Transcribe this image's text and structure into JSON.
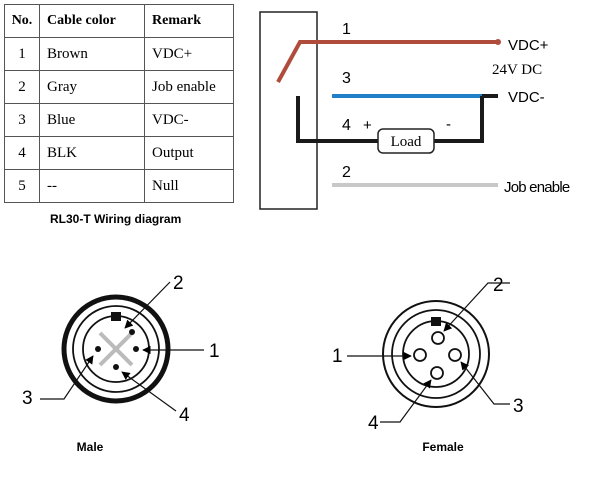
{
  "table": {
    "headers": [
      "No.",
      "Cable color",
      "Remark"
    ],
    "rows": [
      {
        "no": "1",
        "color": "Brown",
        "remark": "VDC+"
      },
      {
        "no": "2",
        "color": "Gray",
        "remark": "Job enable"
      },
      {
        "no": "3",
        "color": "Blue",
        "remark": "VDC-"
      },
      {
        "no": "4",
        "color": "BLK",
        "remark": "Output"
      },
      {
        "no": "5",
        "color": "--",
        "remark": "Null"
      }
    ]
  },
  "wiring": {
    "caption": "RL30-T Wiring diagram",
    "wire_labels": [
      "1",
      "3",
      "4",
      "2"
    ],
    "vdc_plus": "VDC+",
    "supply": "24V DC",
    "vdc_minus": "VDC-",
    "job_enable": "Job enable",
    "load": "Load",
    "plus": "+",
    "minus": "-",
    "colors": {
      "brown": "#b04c3c",
      "blue": "#1f7fc8",
      "black": "#1a1a1a",
      "gray": "#c8c8c8"
    }
  },
  "connectors": {
    "male": {
      "label": "Male",
      "pins": [
        "2",
        "1",
        "3",
        "4"
      ]
    },
    "female": {
      "label": "Female",
      "pins": [
        "2",
        "1",
        "3",
        "4"
      ]
    }
  }
}
